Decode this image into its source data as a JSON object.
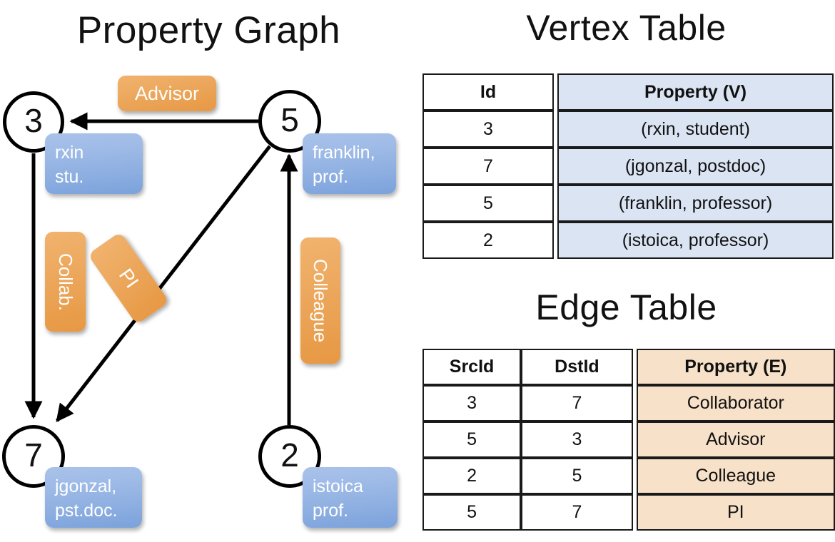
{
  "titles": {
    "graph": "Property Graph",
    "vertex_table": "Vertex Table",
    "edge_table": "Edge Table"
  },
  "graph": {
    "nodes": [
      {
        "id": "3",
        "label_line1": "rxin",
        "label_line2": "stu."
      },
      {
        "id": "5",
        "label_line1": "franklin,",
        "label_line2": "prof."
      },
      {
        "id": "7",
        "label_line1": "jgonzal,",
        "label_line2": "pst.doc."
      },
      {
        "id": "2",
        "label_line1": "istoica",
        "label_line2": "prof."
      }
    ],
    "edge_labels": {
      "advisor": "Advisor",
      "collab": "Collab.",
      "pi": "PI",
      "colleague": "Colleague"
    },
    "edges": [
      {
        "src": "5",
        "dst": "3",
        "label": "Advisor"
      },
      {
        "src": "3",
        "dst": "7",
        "label": "Collab."
      },
      {
        "src": "5",
        "dst": "7",
        "label": "PI"
      },
      {
        "src": "2",
        "dst": "5",
        "label": "Colleague"
      }
    ]
  },
  "vertex_table": {
    "headers": [
      "Id",
      "Property (V)"
    ],
    "rows": [
      {
        "id": "3",
        "property": "(rxin, student)"
      },
      {
        "id": "7",
        "property": "(jgonzal, postdoc)"
      },
      {
        "id": "5",
        "property": "(franklin, professor)"
      },
      {
        "id": "2",
        "property": "(istoica, professor)"
      }
    ]
  },
  "edge_table": {
    "headers": [
      "SrcId",
      "DstId",
      "Property (E)"
    ],
    "rows": [
      {
        "src": "3",
        "dst": "7",
        "property": "Collaborator"
      },
      {
        "src": "5",
        "dst": "3",
        "property": "Advisor"
      },
      {
        "src": "2",
        "dst": "5",
        "property": "Colleague"
      },
      {
        "src": "5",
        "dst": "7",
        "property": "PI"
      }
    ]
  },
  "colors": {
    "vertex_property_fill": "#dbe4f3",
    "edge_property_fill": "#f7e1c8",
    "node_callout": "#8badE0",
    "edge_chip": "#eca75c",
    "stroke": "#000000"
  }
}
